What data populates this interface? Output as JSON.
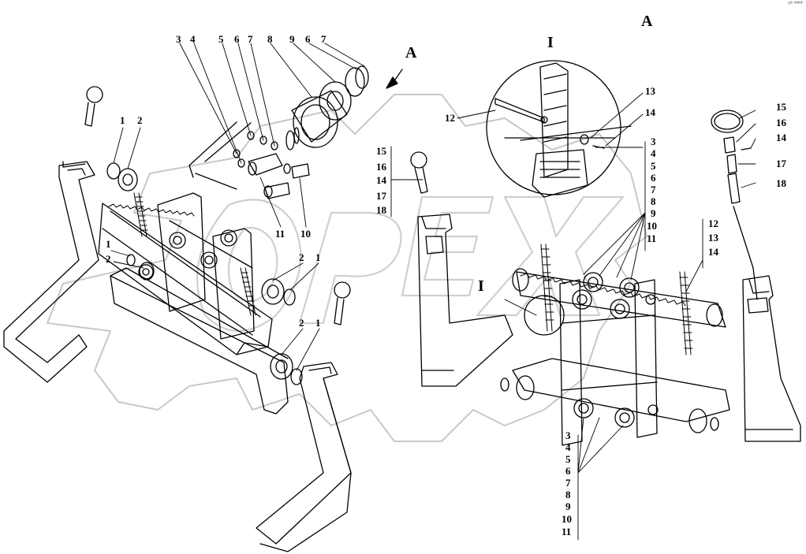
{
  "corner_mark": "ᵍᵐ ᵂᵂᵂ",
  "view_labels": {
    "left": "A",
    "right": "A"
  },
  "detail_label": "I",
  "callouts": {
    "exploded_top": [
      "3",
      "4",
      "5",
      "6",
      "7",
      "8",
      "9",
      "6",
      "7"
    ],
    "left_bearing_a": [
      "1",
      "2"
    ],
    "left_bearing_b": [
      "1",
      "2"
    ],
    "center_ring_a": [
      "2",
      "1"
    ],
    "center_ring_b": [
      "2",
      "1"
    ],
    "bolt_labels": [
      "11",
      "10"
    ],
    "pin_stack": [
      "15",
      "16",
      "14",
      "17",
      "18"
    ],
    "detail_i": [
      "12",
      "13",
      "14"
    ],
    "right_pin": [
      "15",
      "16",
      "14",
      "17",
      "18"
    ],
    "right_roller_stack": [
      "3",
      "4",
      "5",
      "6",
      "7",
      "8",
      "9",
      "10",
      "11"
    ],
    "right_chain_stack": [
      "12",
      "13",
      "14"
    ],
    "bottom_roller_stack": [
      "3",
      "4",
      "5",
      "6",
      "7",
      "8",
      "9",
      "10",
      "11"
    ]
  },
  "watermark": "OPEX"
}
